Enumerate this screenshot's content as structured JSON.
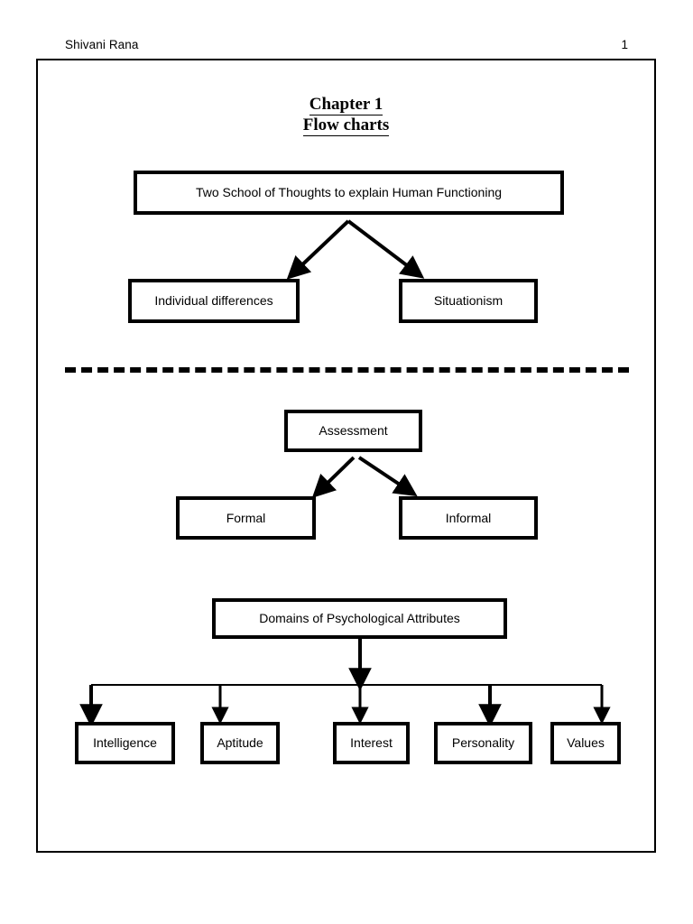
{
  "header": {
    "author": "Shivani Rana",
    "page_number": "1"
  },
  "title": {
    "line1": "Chapter 1",
    "line2": "Flow charts"
  },
  "charts": [
    {
      "id": "schools-of-thought",
      "root": "Two School of Thoughts to explain Human Functioning",
      "children": [
        "Individual differences",
        "Situationism"
      ]
    },
    {
      "id": "assessment",
      "root": "Assessment",
      "children": [
        "Formal",
        "Informal"
      ]
    },
    {
      "id": "domains",
      "root": "Domains of Psychological Attributes",
      "children": [
        "Intelligence",
        "Aptitude",
        "Interest",
        "Personality",
        "Values"
      ]
    }
  ],
  "boxes": {
    "schools": "Two School of Thoughts to explain Human Functioning",
    "individual": "Individual differences",
    "situationism": "Situationism",
    "assessment": "Assessment",
    "formal": "Formal",
    "informal": "Informal",
    "domains": "Domains of Psychological Attributes",
    "intelligence": "Intelligence",
    "aptitude": "Aptitude",
    "interest": "Interest",
    "personality": "Personality",
    "values": "Values"
  },
  "colors": {
    "ink": "#000000",
    "paper": "#ffffff"
  }
}
